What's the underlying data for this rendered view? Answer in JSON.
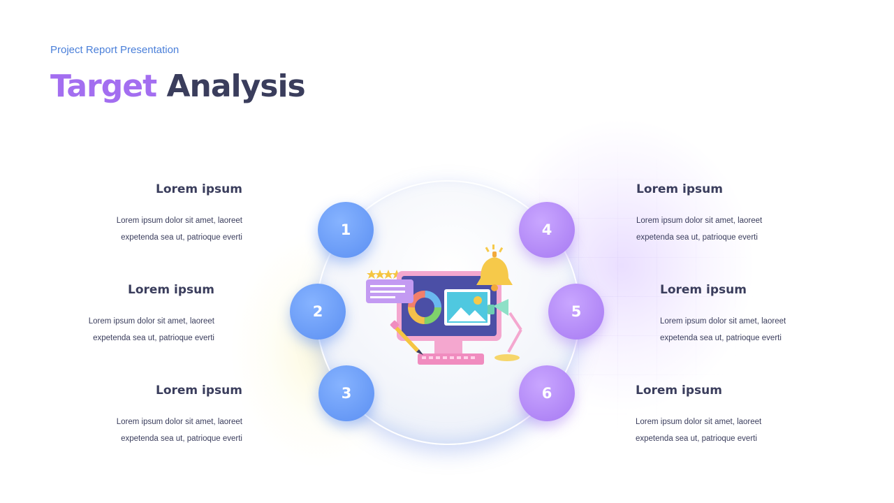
{
  "header": {
    "subtitle": "Project Report Presentation",
    "title_accent": "Target",
    "title_rest": "Analysis"
  },
  "colors": {
    "accent_purple": "#a36ef0",
    "dark_text": "#3a3d5c",
    "subtitle_blue": "#4a7fd9",
    "circle_blue": "#5b8ff2",
    "circle_purple": "#a679f2"
  },
  "items": [
    {
      "number": "1",
      "heading": "Lorem ipsum",
      "line1": "Lorem  ipsum dolor sit amet, laoreet",
      "line2": "expetenda sea ut, patrioque everti"
    },
    {
      "number": "2",
      "heading": "Lorem ipsum",
      "line1": "Lorem  ipsum dolor sit amet, laoreet",
      "line2": "expetenda sea ut, patrioque everti"
    },
    {
      "number": "3",
      "heading": "Lorem ipsum",
      "line1": "Lorem  ipsum dolor sit amet, laoreet",
      "line2": "expetenda sea ut, patrioque everti"
    },
    {
      "number": "4",
      "heading": "Lorem ipsum",
      "line1": "Lorem  ipsum dolor sit amet, laoreet",
      "line2": "expetenda sea ut, patrioque everti"
    },
    {
      "number": "5",
      "heading": "Lorem ipsum",
      "line1": "Lorem  ipsum dolor sit amet, laoreet",
      "line2": "expetenda sea ut, patrioque everti"
    },
    {
      "number": "6",
      "heading": "Lorem ipsum",
      "line1": "Lorem  ipsum dolor sit amet, laoreet",
      "line2": "expetenda sea ut, patrioque everti"
    }
  ],
  "illustration": {
    "icon": "computer-analytics-icon"
  }
}
